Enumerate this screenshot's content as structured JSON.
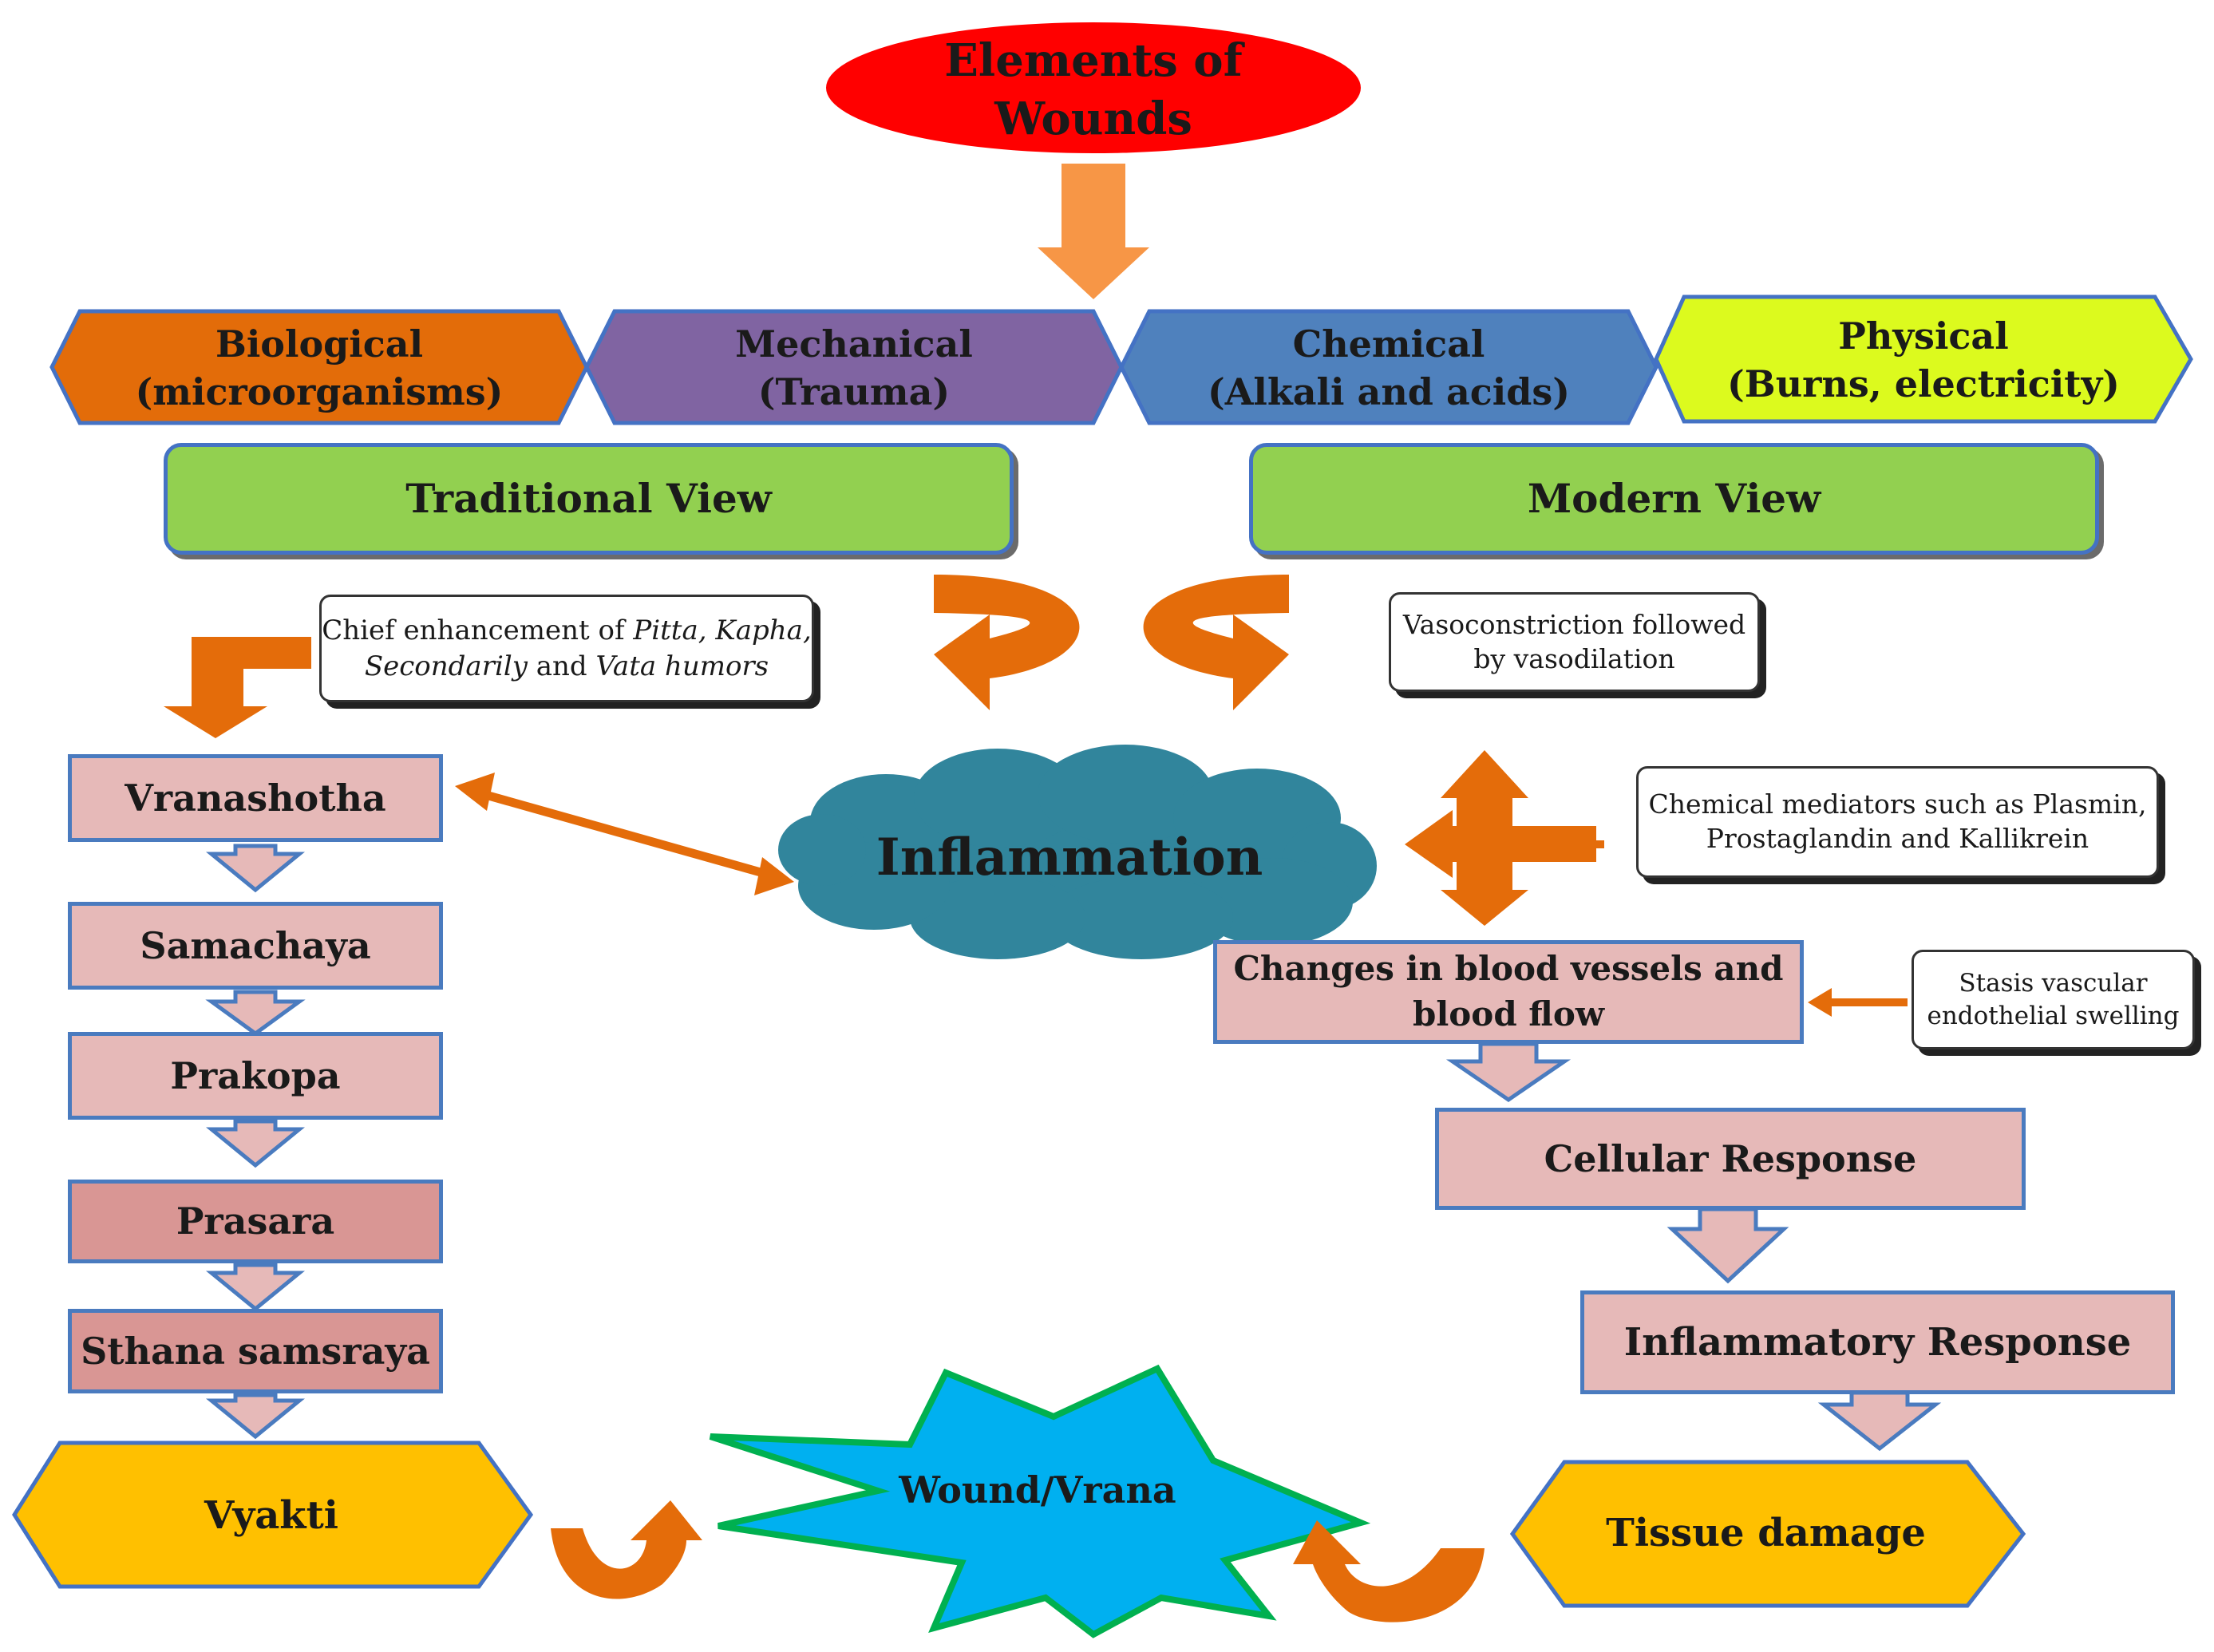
{
  "title": {
    "line1": "Elements of",
    "line2": "Wounds"
  },
  "categories": [
    {
      "line1": "Biological",
      "line2": "(microorganisms)",
      "color": "#e36c09"
    },
    {
      "line1": "Mechanical",
      "line2": "(Trauma)",
      "color": "#8064a2"
    },
    {
      "line1": "Chemical",
      "line2": "(Alkali and acids)",
      "color": "#4f81bd"
    },
    {
      "line1": "Physical",
      "line2": "(Burns, electricity)",
      "color": "#dcfa1e"
    }
  ],
  "views": {
    "traditional": "Traditional View",
    "modern": "Modern View"
  },
  "notes": {
    "doshas": {
      "line1": [
        {
          "text": "Chief enhancement of ",
          "italic": false
        },
        {
          "text": "Pitta, Kapha,",
          "italic": true
        }
      ],
      "line2": [
        {
          "text": "Secondarily",
          "italic": true
        },
        {
          "text": " and ",
          "italic": false
        },
        {
          "text": "Vata humors",
          "italic": true
        }
      ]
    },
    "vaso": {
      "line1": "Vasoconstriction followed",
      "line2": "by vasodilation"
    },
    "mediators": {
      "line1": "Chemical mediators such as Plasmin,",
      "line2": "Prostaglandin and Kallikrein"
    },
    "stasis": {
      "line1": "Stasis vascular",
      "line2": "endothelial swelling"
    }
  },
  "center": {
    "inflammation": "Inflammation",
    "wound": "Wound/Vrana"
  },
  "traditional_stages": [
    "Vranashotha",
    "Samachaya",
    "Prakopa",
    "Prasara",
    "Sthana samsraya"
  ],
  "traditional_final": "Vyakti",
  "modern_stages": {
    "blood_vessels": {
      "line1": "Changes in blood vessels and",
      "line2": "blood flow"
    },
    "cellular": "Cellular Response",
    "inflammatory": "Inflammatory Response"
  },
  "modern_final": "Tissue damage",
  "colors": {
    "title": "#ff0000",
    "arrow": "#e46c0a",
    "arrow_light": "#f79646",
    "stage_fill": "#e6b9b8",
    "stage_fill_dark": "#d99694",
    "final_fill": "#ffc000",
    "cloud": "#31859c",
    "star_fill": "#00b0f0",
    "star_outline": "#00b050"
  }
}
